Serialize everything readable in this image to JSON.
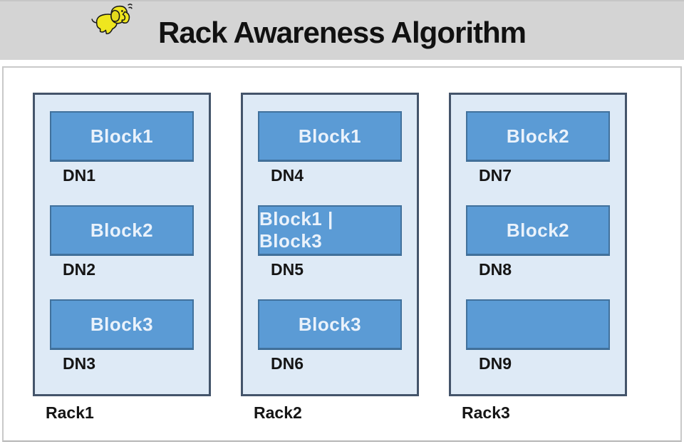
{
  "header": {
    "title": "Rack Awareness Algorithm",
    "logo": "hadoop-elephant-logo"
  },
  "colors": {
    "header_bg": "#d4d4d4",
    "rack_fill": "#deeaf6",
    "rack_border": "#44546a",
    "block_fill": "#5b9bd5",
    "block_border": "#41719c",
    "block_text": "#eaf2fb",
    "logo_yellow": "#efe61f"
  },
  "diagram": {
    "racks": [
      {
        "label": "Rack1",
        "nodes": [
          {
            "block": "Block1",
            "dn": "DN1"
          },
          {
            "block": "Block2",
            "dn": "DN2"
          },
          {
            "block": "Block3",
            "dn": "DN3"
          }
        ]
      },
      {
        "label": "Rack2",
        "nodes": [
          {
            "block": "Block1",
            "dn": "DN4"
          },
          {
            "block": "Block1 | Block3",
            "dn": "DN5"
          },
          {
            "block": "Block3",
            "dn": "DN6"
          }
        ]
      },
      {
        "label": "Rack3",
        "nodes": [
          {
            "block": "Block2",
            "dn": "DN7"
          },
          {
            "block": "Block2",
            "dn": "DN8"
          },
          {
            "block": "",
            "dn": "DN9"
          }
        ]
      }
    ]
  }
}
